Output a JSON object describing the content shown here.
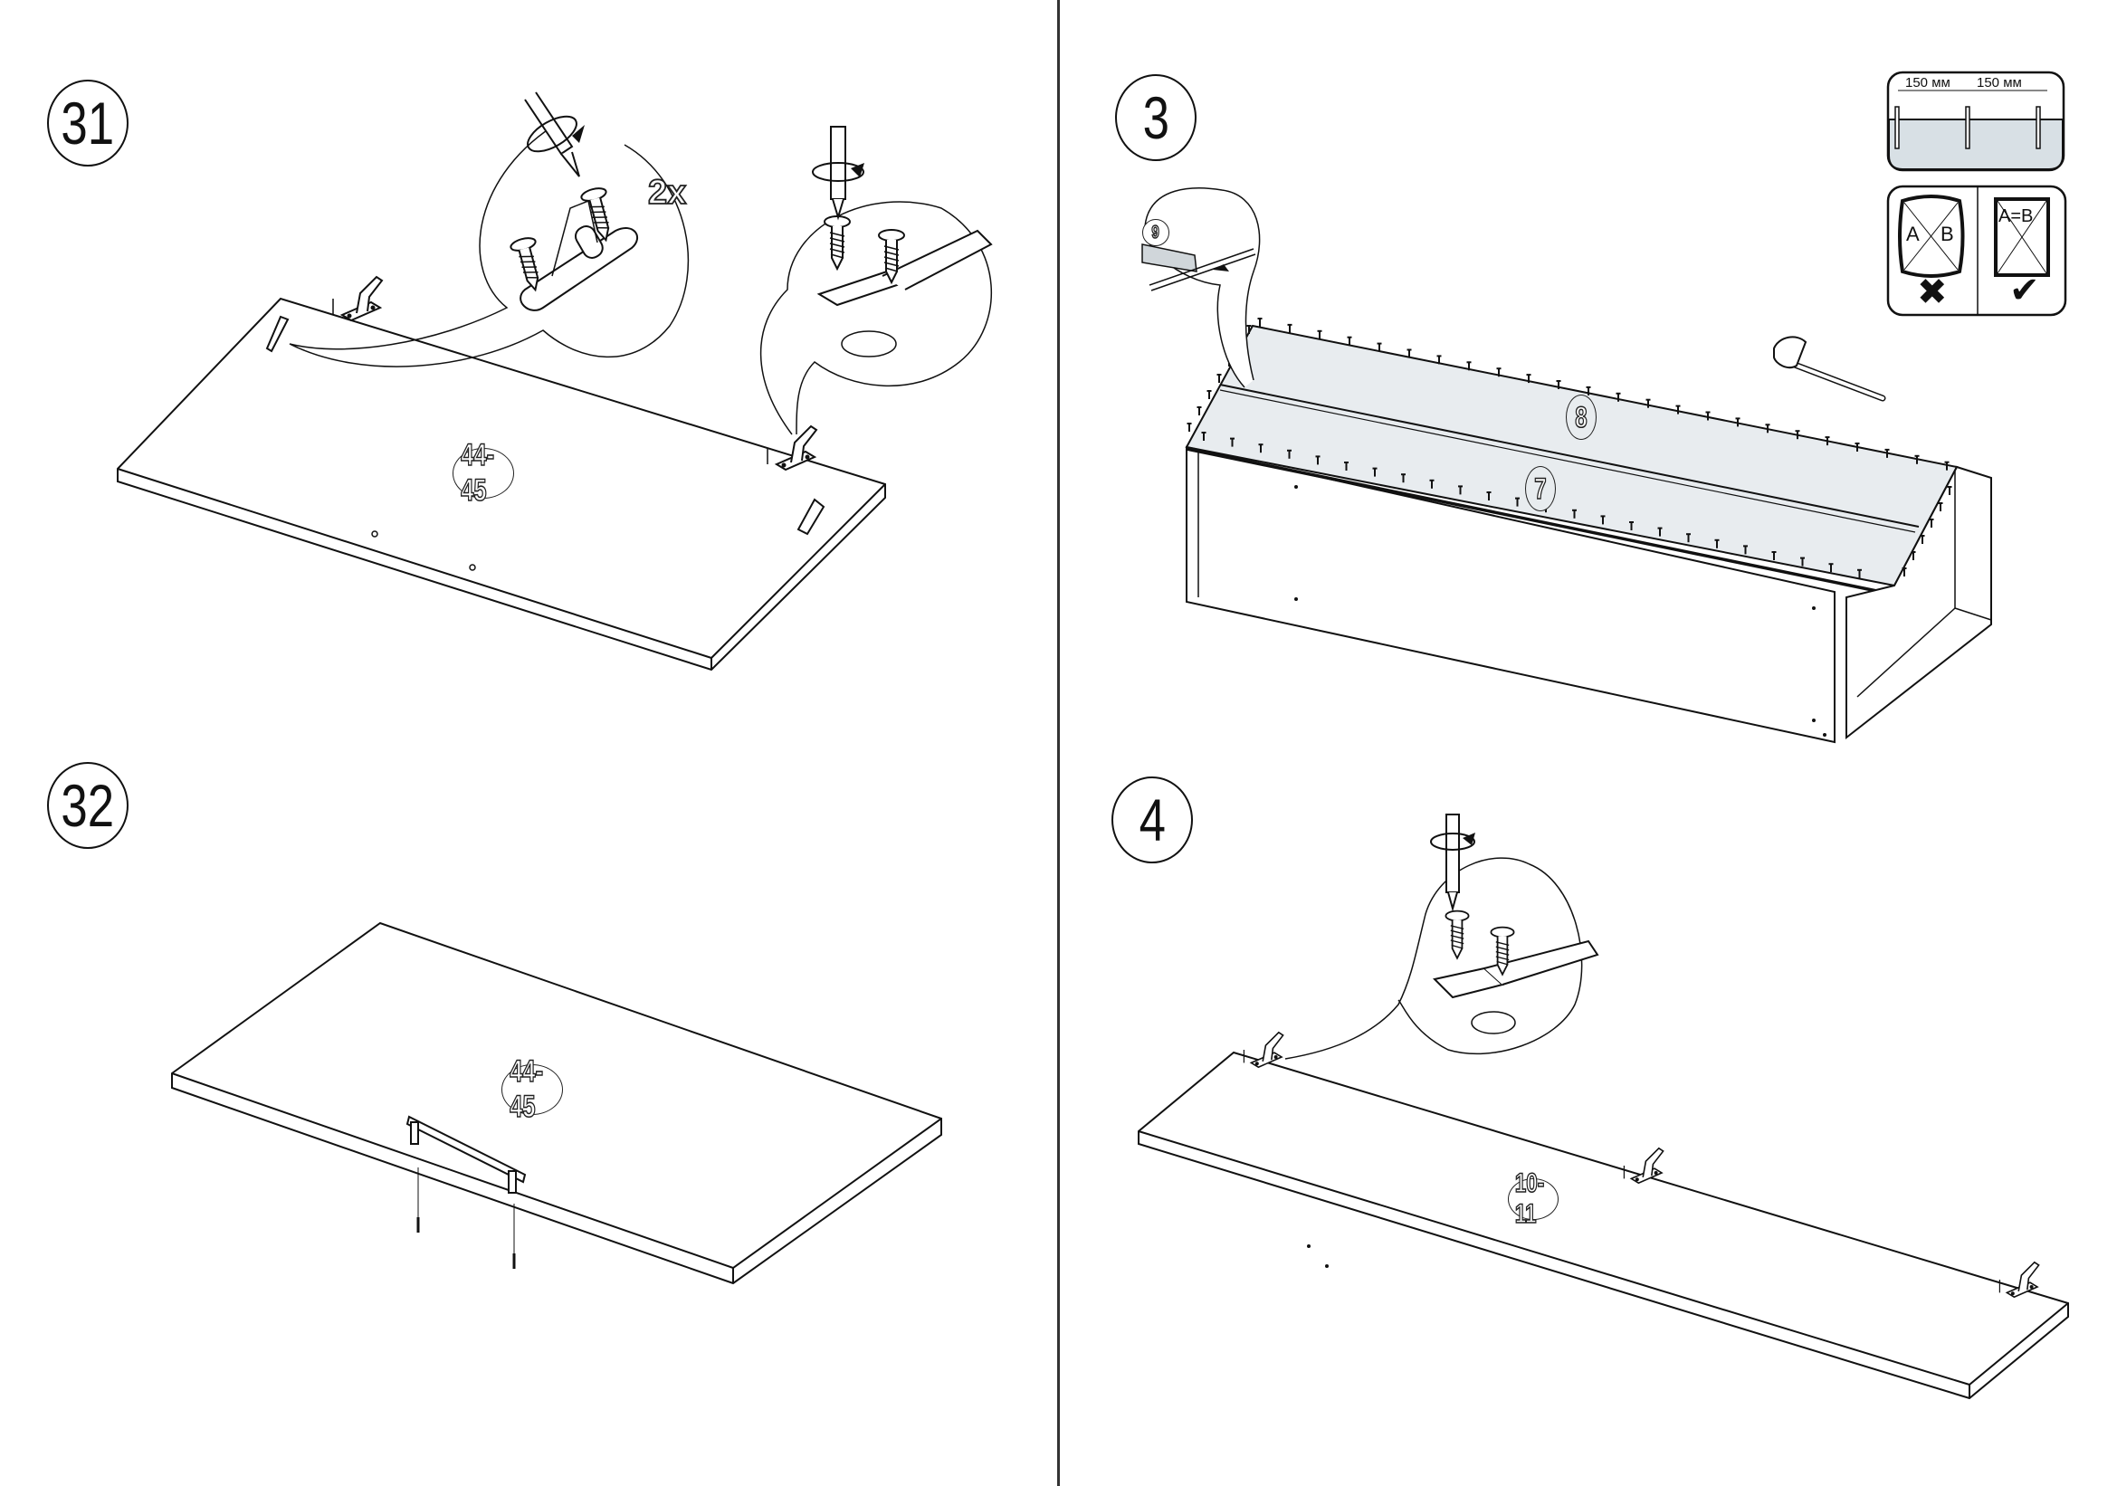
{
  "page": {
    "left_column": {
      "steps": [
        {
          "number": "31",
          "part_label": "44-45",
          "quantity": "2x",
          "description_icons": [
            "screwdriver-icon",
            "hinge-icon",
            "screw-icon",
            "mounting-plate-icon"
          ]
        },
        {
          "number": "32",
          "part_label": "44-45",
          "description_icons": [
            "handle-icon",
            "screw-icon"
          ]
        }
      ]
    },
    "right_column": {
      "steps": [
        {
          "number": "3",
          "part_labels": [
            "8",
            "7"
          ],
          "detail_part_label": "9",
          "description_icons": [
            "hammer-icon",
            "nail-icon",
            "back-panel-joiner-icon"
          ]
        },
        {
          "number": "4",
          "part_label": "10-11",
          "description_icons": [
            "screwdriver-icon",
            "hinge-icon",
            "screw-icon"
          ]
        }
      ]
    },
    "nail_spacing_legend": {
      "spacing_1": "150 мм",
      "spacing_2": "150 мм"
    },
    "square_check_legend": {
      "wrong": {
        "label_a": "A",
        "label_b": "B",
        "mark_icon": "cross-icon"
      },
      "right": {
        "label": "A=B",
        "mark_icon": "check-icon"
      }
    },
    "colors": {
      "line": "#111111",
      "panel_fill": "#e8ecef",
      "legend_fill": "#d8e0e5"
    }
  }
}
